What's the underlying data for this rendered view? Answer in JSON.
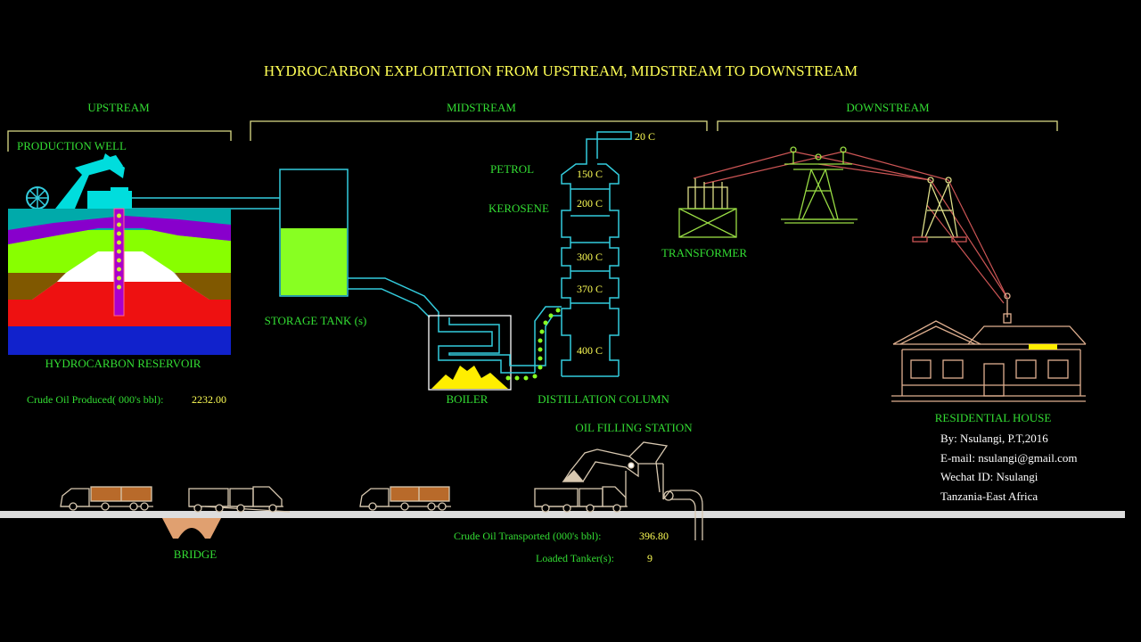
{
  "title": "HYDROCARBON EXPLOITATION FROM UPSTREAM, MIDSTREAM TO DOWNSTREAM",
  "sections": {
    "upstream": "UPSTREAM",
    "midstream": "MIDSTREAM",
    "downstream": "DOWNSTREAM"
  },
  "labels": {
    "production_well": "PRODUCTION WELL",
    "reservoir": "HYDROCARBON RESERVOIR",
    "storage_tank": "STORAGE TANK (s)",
    "boiler": "BOILER",
    "distillation_column": "DISTILLATION COLUMN",
    "transformer": "TRANSFORMER",
    "residential_house": "RESIDENTIAL HOUSE",
    "oil_filling_station": "OIL FILLING STATION",
    "bridge": "BRIDGE",
    "petrol": "PETROL",
    "kerosene": "KEROSENE"
  },
  "temperatures": [
    "20 C",
    "150 C",
    "200 C",
    "300 C",
    "370 C",
    "400 C"
  ],
  "stats": {
    "produced_label": "Crude Oil Produced( 000's bbl):",
    "produced_value": "2232.00",
    "transported_label": "Crude Oil Transported (000's bbl):",
    "transported_value": "396.80",
    "tankers_label": "Loaded Tanker(s):",
    "tankers_value": "9"
  },
  "credits": {
    "author": "By: Nsulangi, P.T,2016",
    "email": "E-mail: nsulangi@gmail.com",
    "wechat": "Wechat ID: Nsulangi",
    "location": "Tanzania-East Africa"
  },
  "colors": {
    "background": "#000000",
    "title": "#ffff55",
    "label": "#33dd33",
    "pipe": "#33ccdd",
    "bracket": "#dddd88",
    "truck": "#d8c8b0",
    "cargo": "#b86a2a",
    "power_line": "#cc5555",
    "tower": "#99dd44",
    "house": "#e0b090"
  },
  "reservoir_layers": [
    "#00aaaa",
    "#8800cc",
    "#88ff00",
    "#805800",
    "#ee1111",
    "#1122cc",
    "#cccccc"
  ],
  "icons": [
    "pump-jack-icon",
    "truck-icon",
    "tower-icon",
    "house-icon",
    "flame-icon"
  ]
}
